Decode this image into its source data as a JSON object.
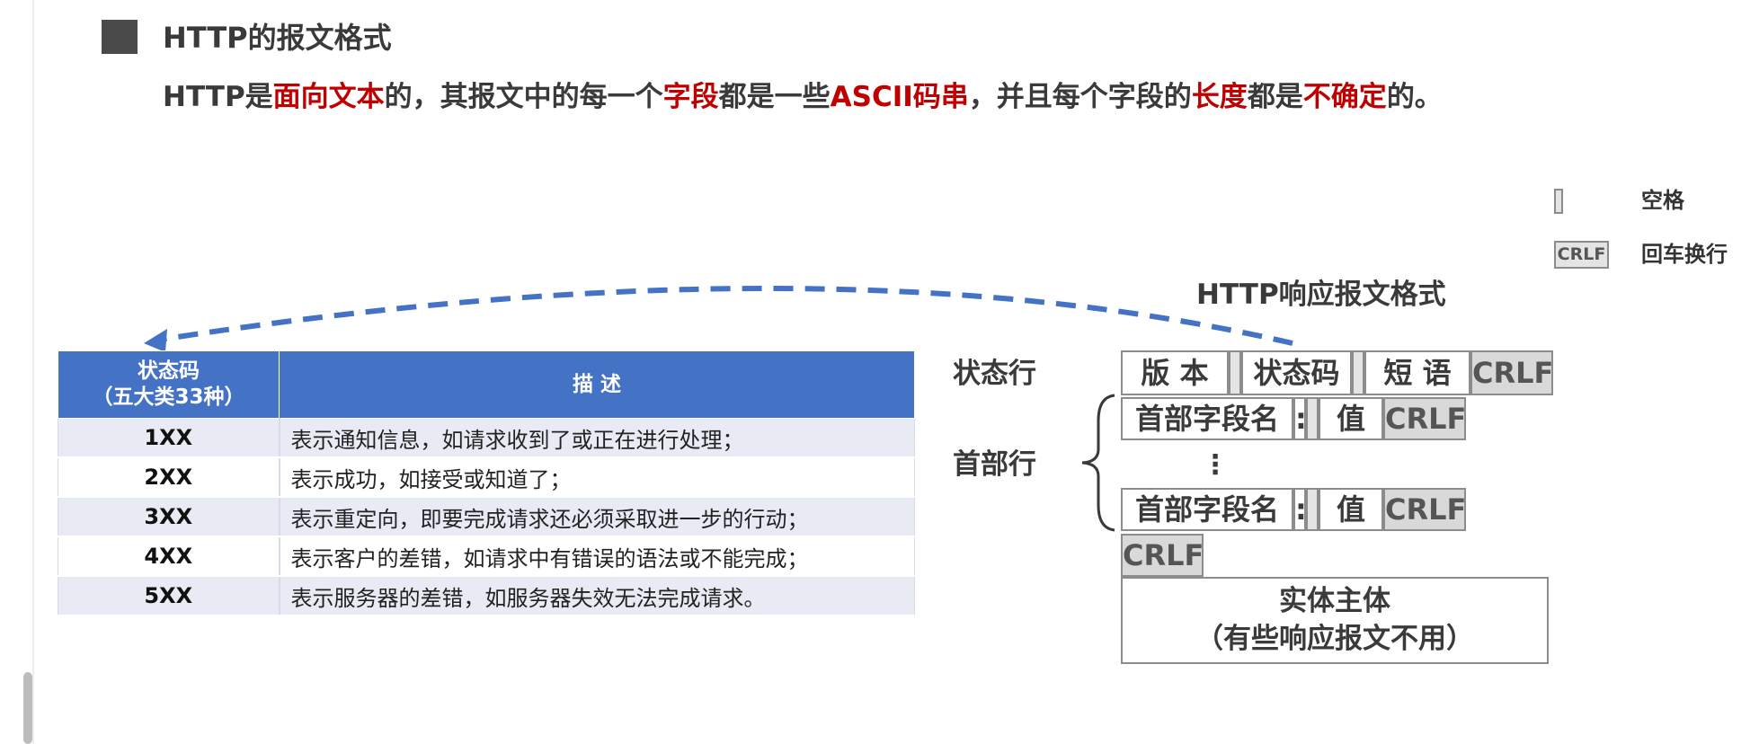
{
  "heading": "HTTP的报文格式",
  "intro": {
    "p1": "HTTP是",
    "h1": "面向文本",
    "p2": "的，其报文中的每一个",
    "h2": "字段",
    "p3": "都是一些",
    "h3": "ASCII码串",
    "p4": "，并且每个字段的",
    "h4": "长度",
    "p5": "都是",
    "h5": "不确定",
    "p6": "的。"
  },
  "legend": {
    "space_label": "空格",
    "crlf_box": "CRLF",
    "crlf_label": "回车换行"
  },
  "table": {
    "header_code_line1": "状态码",
    "header_code_line2": "（五大类33种）",
    "header_desc": "描 述",
    "rows": [
      {
        "code": "1XX",
        "desc": "表示通知信息，如请求收到了或正在进行处理；"
      },
      {
        "code": "2XX",
        "desc": "表示成功，如接受或知道了；"
      },
      {
        "code": "3XX",
        "desc": "表示重定向，即要完成请求还必须采取进一步的行动；"
      },
      {
        "code": "4XX",
        "desc": "表示客户的差错，如请求中有错误的语法或不能完成；"
      },
      {
        "code": "5XX",
        "desc": "表示服务器的差错，如服务器失效无法完成请求。"
      }
    ]
  },
  "diagram": {
    "title": "HTTP响应报文格式",
    "status_line_label": "状态行",
    "header_line_label": "首部行",
    "version": "版 本",
    "status_code": "状态码",
    "phrase": "短 语",
    "crlf": "CRLF",
    "header_name": "首部字段名",
    "colon": ":",
    "value": "值",
    "dots": "⋮",
    "entity_line1": "实体主体",
    "entity_line2": "（有些响应报文不用）"
  },
  "colors": {
    "highlight": "#c00000",
    "table_header": "#4472c4",
    "arrow": "#4472c4",
    "cell_gray": "#d9d9d9"
  }
}
